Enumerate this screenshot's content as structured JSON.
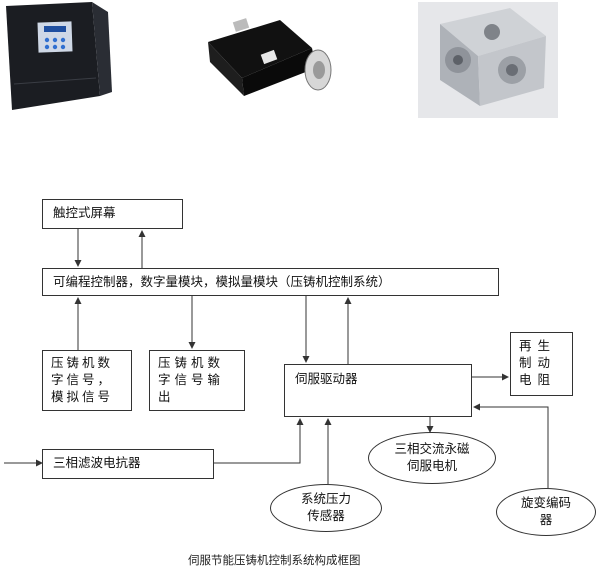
{
  "diagram": {
    "nodes": {
      "touchscreen": "触控式屏幕",
      "plc": "可编程控制器，数字量模块，模拟量模块（压铸机控制系统）",
      "plc_inputs": "压铸机数字信号，模拟信号",
      "plc_outputs": "压铸机数字信号输出",
      "servo_driver": "伺服驱动器",
      "brake_resistor": "再生制动电阻",
      "reactor": "三相滤波电抗器",
      "pm_motor": "三相交流永磁伺服电机",
      "pressure_sensor": "系统压力传感器",
      "resolver": "旋变编码器"
    },
    "caption": "伺服节能压铸机控制系统构成框图"
  },
  "photos": {
    "drive": "servo-drive-photo",
    "motor": "servo-motor-photo",
    "pump": "gear-pump-photo"
  },
  "colors": {
    "line": "#333333",
    "drive_body": "#1b1d22",
    "motor_body": "#111111",
    "pump_body": "#c3c6cb"
  }
}
